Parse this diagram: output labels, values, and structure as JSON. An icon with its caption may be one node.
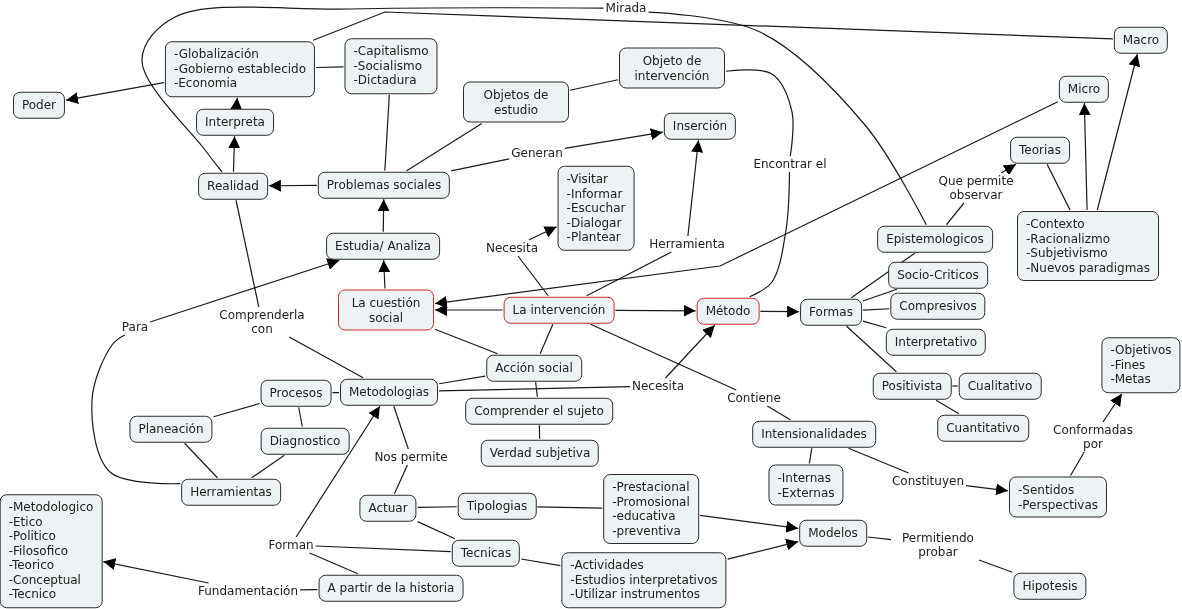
{
  "diagram": {
    "nodes": [
      {
        "text": [
          "Poder"
        ]
      },
      {
        "text": [
          "-Globalización",
          "-Gobierno establecido",
          "-Economia"
        ]
      },
      {
        "text": [
          "-Capitalismo",
          "-Socialismo",
          "-Dictadura"
        ]
      },
      {
        "text": [
          "Interpreta"
        ]
      },
      {
        "text": [
          "Realidad"
        ]
      },
      {
        "text": [
          "Problemas sociales"
        ]
      },
      {
        "text": [
          "Objetos de estudio"
        ]
      },
      {
        "text": [
          "Objeto de intervención"
        ]
      },
      {
        "text": [
          "Inserción"
        ]
      },
      {
        "text": [
          "Macro"
        ]
      },
      {
        "text": [
          "Micro"
        ]
      },
      {
        "text": [
          "Teorias"
        ]
      },
      {
        "text": [
          "-Contexto",
          "-Racionalizmo",
          "-Subjetivismo",
          "-Nuevos paradigmas"
        ]
      },
      {
        "text": [
          "Epistemologicos"
        ]
      },
      {
        "text": [
          "-Visitar",
          "-Informar",
          "-Escuchar",
          "-Dialogar",
          "-Plantear"
        ]
      },
      {
        "text": [
          "Estudia/ Analiza"
        ]
      },
      {
        "text": [
          "La cuestión social"
        ]
      },
      {
        "text": [
          "La intervención"
        ]
      },
      {
        "text": [
          "Método"
        ]
      },
      {
        "text": [
          "Formas"
        ]
      },
      {
        "text": [
          "Socio-Criticos"
        ]
      },
      {
        "text": [
          "Compresivos"
        ]
      },
      {
        "text": [
          "Interpretativo"
        ]
      },
      {
        "text": [
          "Positivista"
        ]
      },
      {
        "text": [
          "Cualitativo"
        ]
      },
      {
        "text": [
          "Cuantitativo"
        ]
      },
      {
        "text": [
          "-Objetivos",
          "-Fines",
          "-Metas"
        ]
      },
      {
        "text": [
          "Procesos"
        ]
      },
      {
        "text": [
          "Metodologias"
        ]
      },
      {
        "text": [
          "Acción social"
        ]
      },
      {
        "text": [
          "Comprender el sujeto"
        ]
      },
      {
        "text": [
          "Verdad subjetiva"
        ]
      },
      {
        "text": [
          "Planeación"
        ]
      },
      {
        "text": [
          "Diagnostico"
        ]
      },
      {
        "text": [
          "Intensionalidades"
        ]
      },
      {
        "text": [
          "Herramientas"
        ]
      },
      {
        "text": [
          "-Internas",
          "-Externas"
        ]
      },
      {
        "text": [
          "-Sentidos",
          "-Perspectivas"
        ]
      },
      {
        "text": [
          "-Metodologico",
          "-Etico",
          "-Politico",
          "-Filosofico",
          "-Teorico",
          "-Conceptual",
          "-Tecnico"
        ]
      },
      {
        "text": [
          "Actuar"
        ]
      },
      {
        "text": [
          "Tipologias"
        ]
      },
      {
        "text": [
          "-Prestacional",
          "-Promosional",
          "-educativa",
          "-preventiva"
        ]
      },
      {
        "text": [
          "Tecnicas"
        ]
      },
      {
        "text": [
          "Modelos"
        ]
      },
      {
        "text": [
          "Hipotesis"
        ]
      },
      {
        "text": [
          "A partir de la historia"
        ]
      },
      {
        "text": [
          "-Actividades",
          "-Estudios interpretativos",
          "-Utilizar instrumentos"
        ]
      },
      {
        "text": [
          "Mirada"
        ]
      },
      {
        "text": [
          "Generan"
        ]
      },
      {
        "text": [
          "Encontrar el"
        ]
      },
      {
        "text": [
          "Que permite observar"
        ]
      },
      {
        "text": [
          "Necesita"
        ]
      },
      {
        "text": [
          "Herramienta"
        ]
      },
      {
        "text": [
          "Para"
        ]
      },
      {
        "text": [
          "Comprenderla con"
        ]
      },
      {
        "text": [
          "Necesita"
        ]
      },
      {
        "text": [
          "Contiene"
        ]
      },
      {
        "text": [
          "Nos permite"
        ]
      },
      {
        "text": [
          "Conformadas por"
        ]
      },
      {
        "text": [
          "Constituyen"
        ]
      },
      {
        "text": [
          "Forman"
        ]
      },
      {
        "text": [
          "Permitiendo probar"
        ]
      },
      {
        "text": [
          "Fundamentación"
        ]
      }
    ],
    "edges": [
      {
        "from": 4,
        "to": 47,
        "arrow": "none"
      },
      {
        "from": 47,
        "to": 13,
        "arrow": "none"
      },
      {
        "from": 1,
        "to": 9,
        "arrow": "none"
      },
      {
        "from": 1,
        "to": 0,
        "arrow": "to"
      },
      {
        "from": 1,
        "to": 2,
        "arrow": "none"
      },
      {
        "from": 3,
        "to": 1,
        "arrow": "to"
      },
      {
        "from": 4,
        "to": 3,
        "arrow": "to"
      },
      {
        "from": 5,
        "to": 4,
        "arrow": "to"
      },
      {
        "from": 2,
        "to": 5,
        "arrow": "none"
      },
      {
        "from": 5,
        "to": 6,
        "arrow": "none"
      },
      {
        "from": 6,
        "to": 7,
        "arrow": "none"
      },
      {
        "from": 5,
        "to": 48,
        "arrow": "none"
      },
      {
        "from": 48,
        "to": 8,
        "arrow": "to"
      },
      {
        "from": 7,
        "to": 49,
        "arrow": "none"
      },
      {
        "from": 49,
        "to": 18,
        "arrow": "none"
      },
      {
        "from": 15,
        "to": 5,
        "arrow": "to"
      },
      {
        "from": 16,
        "to": 15,
        "arrow": "to"
      },
      {
        "from": 17,
        "to": 16,
        "arrow": "to"
      },
      {
        "from": 10,
        "to": 16,
        "arrow": "to"
      },
      {
        "from": 35,
        "to": 53,
        "arrow": "none"
      },
      {
        "from": 53,
        "to": 15,
        "arrow": "to"
      },
      {
        "from": 17,
        "to": 51,
        "arrow": "none"
      },
      {
        "from": 51,
        "to": 14,
        "arrow": "to"
      },
      {
        "from": 17,
        "to": 52,
        "arrow": "none"
      },
      {
        "from": 52,
        "to": 8,
        "arrow": "to"
      },
      {
        "from": 17,
        "to": 18,
        "arrow": "to"
      },
      {
        "from": 17,
        "to": 29,
        "arrow": "none"
      },
      {
        "from": 17,
        "to": 56,
        "arrow": "none"
      },
      {
        "from": 56,
        "to": 34,
        "arrow": "none"
      },
      {
        "from": 18,
        "to": 19,
        "arrow": "to"
      },
      {
        "from": 19,
        "to": 13,
        "arrow": "none"
      },
      {
        "from": 19,
        "to": 20,
        "arrow": "none"
      },
      {
        "from": 19,
        "to": 21,
        "arrow": "none"
      },
      {
        "from": 19,
        "to": 22,
        "arrow": "none"
      },
      {
        "from": 19,
        "to": 23,
        "arrow": "none"
      },
      {
        "from": 23,
        "to": 24,
        "arrow": "none"
      },
      {
        "from": 23,
        "to": 25,
        "arrow": "none"
      },
      {
        "from": 13,
        "to": 50,
        "arrow": "none"
      },
      {
        "from": 50,
        "to": 11,
        "arrow": "to"
      },
      {
        "from": 11,
        "to": 12,
        "arrow": "none"
      },
      {
        "from": 12,
        "to": 10,
        "arrow": "to"
      },
      {
        "from": 12,
        "to": 9,
        "arrow": "to"
      },
      {
        "from": 4,
        "to": 54,
        "arrow": "none"
      },
      {
        "from": 54,
        "to": 28,
        "arrow": "none"
      },
      {
        "from": 16,
        "to": 29,
        "arrow": "none"
      },
      {
        "from": 29,
        "to": 28,
        "arrow": "none"
      },
      {
        "from": 28,
        "to": 55,
        "arrow": "none"
      },
      {
        "from": 55,
        "to": 18,
        "arrow": "to"
      },
      {
        "from": 29,
        "to": 30,
        "arrow": "none"
      },
      {
        "from": 30,
        "to": 31,
        "arrow": "none"
      },
      {
        "from": 28,
        "to": 27,
        "arrow": "none"
      },
      {
        "from": 27,
        "to": 32,
        "arrow": "none"
      },
      {
        "from": 27,
        "to": 33,
        "arrow": "none"
      },
      {
        "from": 32,
        "to": 35,
        "arrow": "none"
      },
      {
        "from": 33,
        "to": 35,
        "arrow": "none"
      },
      {
        "from": 28,
        "to": 57,
        "arrow": "none"
      },
      {
        "from": 57,
        "to": 39,
        "arrow": "none"
      },
      {
        "from": 39,
        "to": 40,
        "arrow": "none"
      },
      {
        "from": 39,
        "to": 42,
        "arrow": "none"
      },
      {
        "from": 40,
        "to": 41,
        "arrow": "none"
      },
      {
        "from": 41,
        "to": 43,
        "arrow": "to"
      },
      {
        "from": 42,
        "to": 46,
        "arrow": "none"
      },
      {
        "from": 46,
        "to": 43,
        "arrow": "to"
      },
      {
        "from": 60,
        "to": 28,
        "arrow": "to"
      },
      {
        "from": 60,
        "to": 42,
        "arrow": "none"
      },
      {
        "from": 45,
        "to": 60,
        "arrow": "none"
      },
      {
        "from": 45,
        "to": 62,
        "arrow": "none"
      },
      {
        "from": 62,
        "to": 38,
        "arrow": "to"
      },
      {
        "from": 34,
        "to": 36,
        "arrow": "none"
      },
      {
        "from": 34,
        "to": 59,
        "arrow": "none"
      },
      {
        "from": 59,
        "to": 37,
        "arrow": "to"
      },
      {
        "from": 37,
        "to": 58,
        "arrow": "none"
      },
      {
        "from": 58,
        "to": 26,
        "arrow": "to"
      },
      {
        "from": 43,
        "to": 61,
        "arrow": "none"
      },
      {
        "from": 61,
        "to": 44,
        "arrow": "none"
      }
    ]
  }
}
